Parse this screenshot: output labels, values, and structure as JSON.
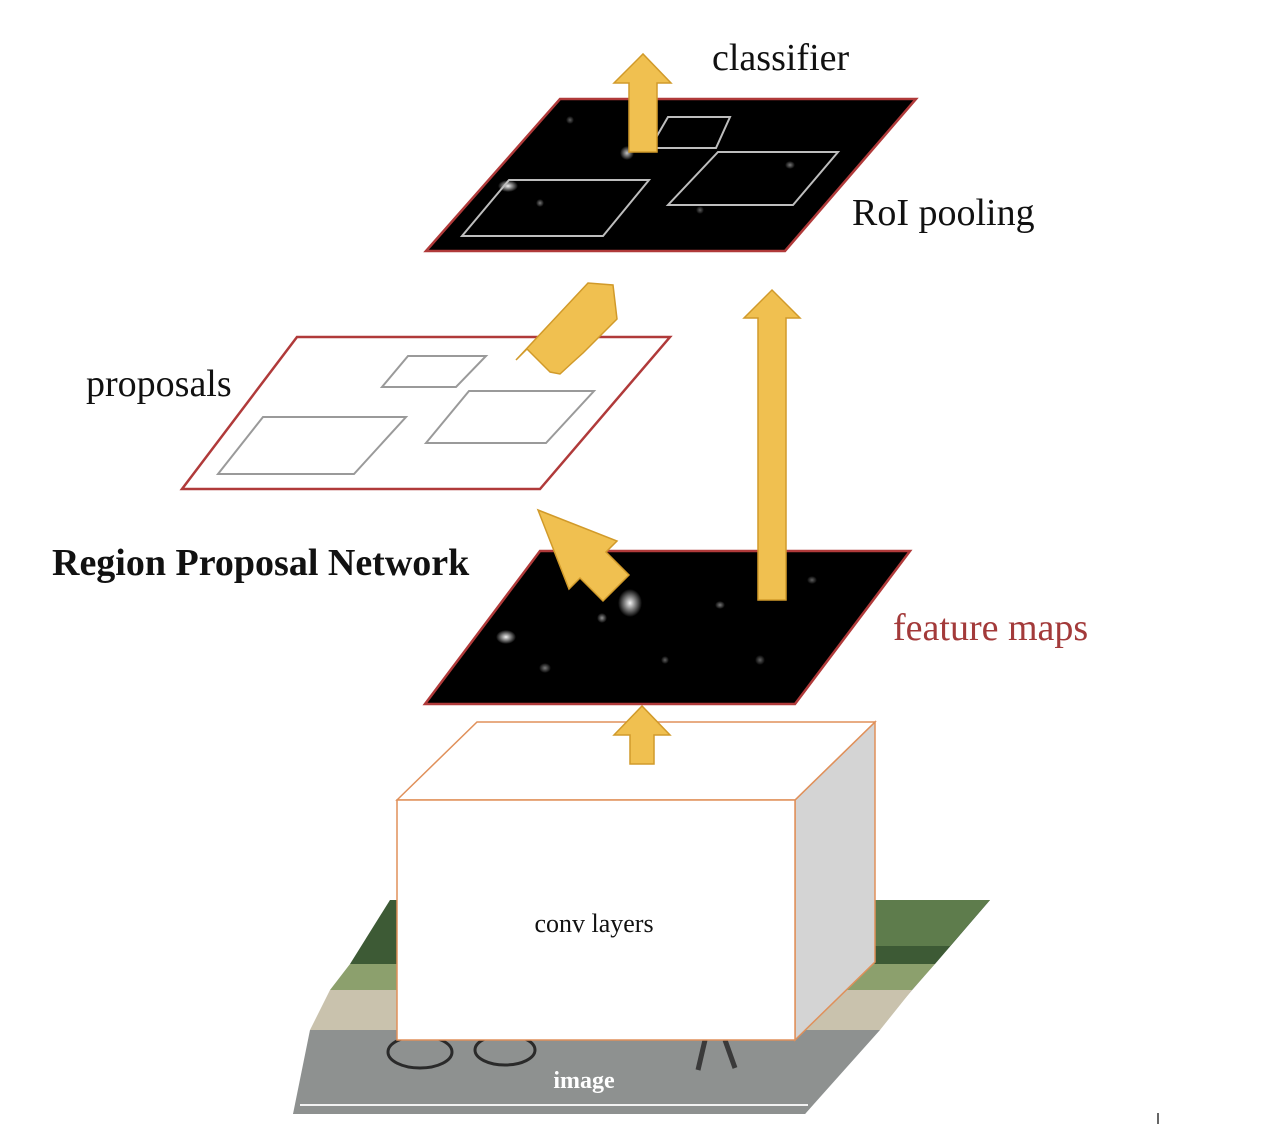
{
  "labels": {
    "classifier": "classifier",
    "roi_pooling": "RoI pooling",
    "proposals": "proposals",
    "rpn": "Region Proposal Network",
    "feature_maps": "feature maps",
    "conv_layers": "conv layers",
    "image": "image"
  },
  "colors": {
    "arrow_fill": "#f0c050",
    "arrow_stroke": "#d19a2a",
    "plane_border": "#b03a3a",
    "feature_map_fill": "#000000",
    "conv_box_border": "#e0905a",
    "conv_box_side": "#d4d4d4",
    "feature_maps_label": "#a33a3a"
  }
}
